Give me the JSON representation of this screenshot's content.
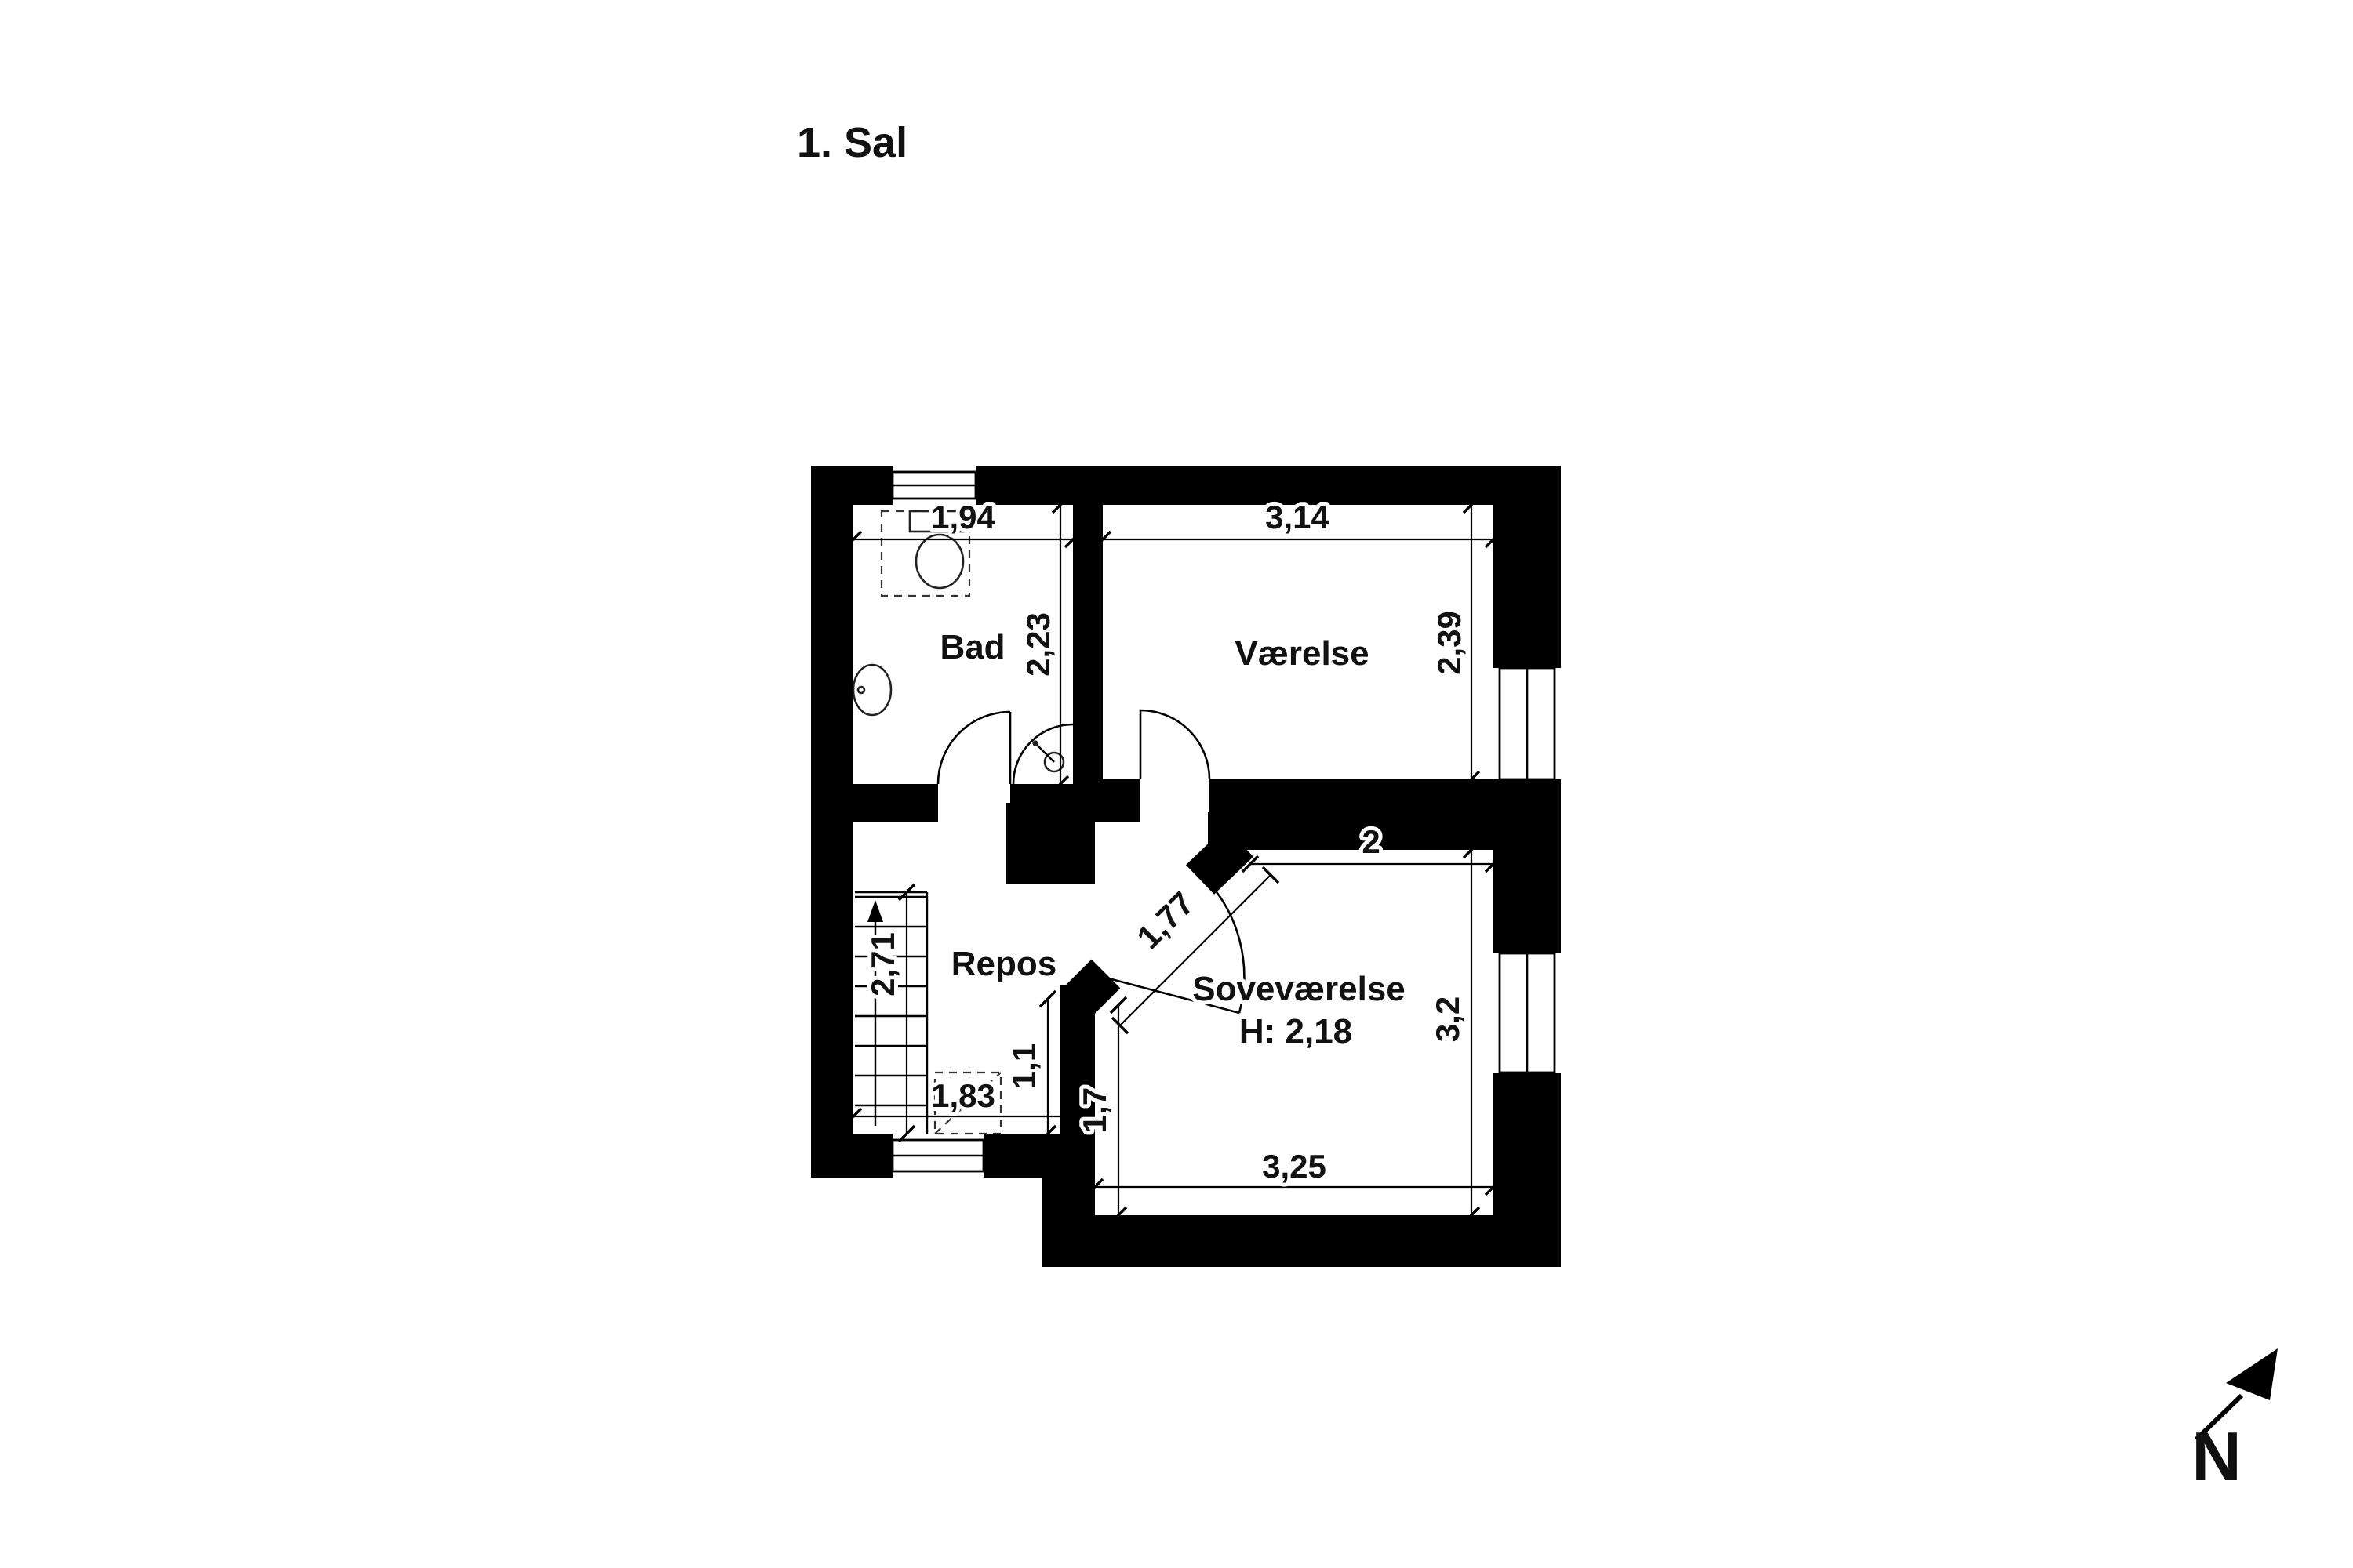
{
  "title": "1. Sal",
  "rooms": {
    "bad": "Bad",
    "vaerelse": "Værelse",
    "repos": "Repos",
    "sovevaerelse": "Soveværelse",
    "sovevaerelse_ceiling_height": "H: 2,18"
  },
  "dimensions": {
    "bad_width": "1,94",
    "vaerelse_width": "3,14",
    "bad_depth": "2,23",
    "vaerelse_depth": "2,39",
    "sovevaerelse_top_width": "2",
    "diagonal_wall": "1,77",
    "stairs_length": "2,71",
    "repos_right_depth": "1,1",
    "repos_bottom_width": "1,83",
    "sovevaerelse_left_depth": "1,7",
    "sovevaerelse_width": "3,25",
    "sovevaerelse_depth": "3,2"
  },
  "compass": {
    "north_label": "N"
  },
  "colors": {
    "wall": "#000000",
    "background": "#ffffff",
    "text": "#111111"
  }
}
